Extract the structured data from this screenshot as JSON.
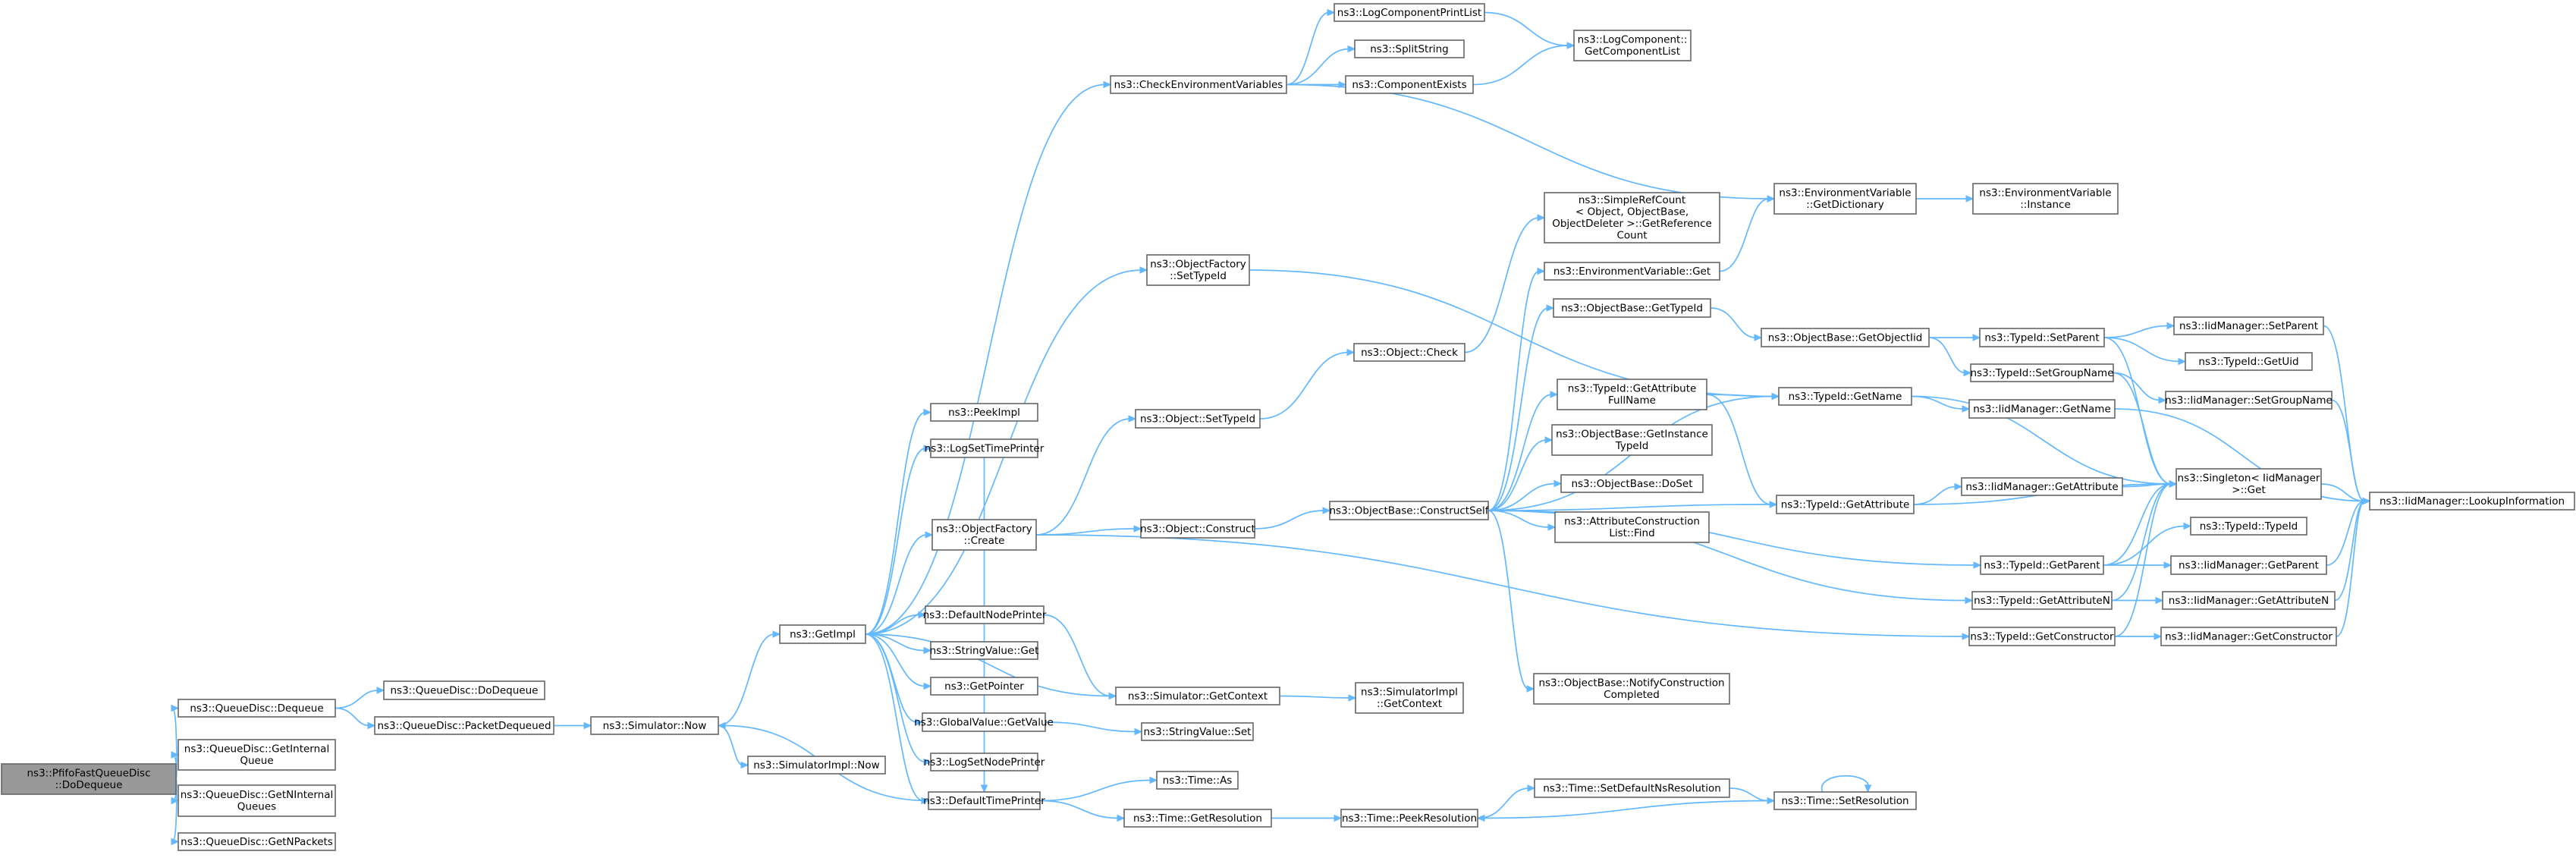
{
  "nodes": [
    {
      "id": "n0",
      "lines": [
        "ns3::PfifoFastQueueDisc",
        "::DoDequeue"
      ],
      "root": true
    },
    {
      "id": "n1",
      "lines": [
        "ns3::QueueDisc::Dequeue"
      ]
    },
    {
      "id": "n2",
      "lines": [
        "ns3::QueueDisc::GetInternal",
        "Queue"
      ]
    },
    {
      "id": "n3",
      "lines": [
        "ns3::QueueDisc::GetNInternal",
        "Queues"
      ]
    },
    {
      "id": "n4",
      "lines": [
        "ns3::QueueDisc::GetNPackets"
      ]
    },
    {
      "id": "n5",
      "lines": [
        "ns3::QueueDisc::DoDequeue"
      ]
    },
    {
      "id": "n6",
      "lines": [
        "ns3::QueueDisc::PacketDequeued"
      ]
    },
    {
      "id": "n7",
      "lines": [
        "ns3::Simulator::Now"
      ]
    },
    {
      "id": "n8",
      "lines": [
        "ns3::GetImpl"
      ]
    },
    {
      "id": "n9",
      "lines": [
        "ns3::SimulatorImpl::Now"
      ]
    },
    {
      "id": "n10",
      "lines": [
        "ns3::PeekImpl"
      ]
    },
    {
      "id": "n11",
      "lines": [
        "ns3::LogSetTimePrinter"
      ]
    },
    {
      "id": "n12",
      "lines": [
        "ns3::ObjectFactory",
        "::Create"
      ]
    },
    {
      "id": "n13",
      "lines": [
        "ns3::DefaultNodePrinter"
      ]
    },
    {
      "id": "n14",
      "lines": [
        "ns3::StringValue::Get"
      ]
    },
    {
      "id": "n15",
      "lines": [
        "ns3::GetPointer"
      ]
    },
    {
      "id": "n16",
      "lines": [
        "ns3::GlobalValue::GetValue"
      ]
    },
    {
      "id": "n17",
      "lines": [
        "ns3::LogSetNodePrinter"
      ]
    },
    {
      "id": "n18",
      "lines": [
        "ns3::DefaultTimePrinter"
      ]
    },
    {
      "id": "n19",
      "lines": [
        "ns3::CheckEnvironmentVariables"
      ]
    },
    {
      "id": "n20",
      "lines": [
        "ns3::ObjectFactory",
        "::SetTypeId"
      ]
    },
    {
      "id": "n21",
      "lines": [
        "ns3::Object::SetTypeId"
      ]
    },
    {
      "id": "n22",
      "lines": [
        "ns3::Object::Construct"
      ]
    },
    {
      "id": "n23",
      "lines": [
        "ns3::Simulator::GetContext"
      ]
    },
    {
      "id": "n24",
      "lines": [
        "ns3::StringValue::Set"
      ]
    },
    {
      "id": "n25",
      "lines": [
        "ns3::Time::As"
      ]
    },
    {
      "id": "n26",
      "lines": [
        "ns3::Time::GetResolution"
      ]
    },
    {
      "id": "n27",
      "lines": [
        "ns3::LogComponentPrintList"
      ]
    },
    {
      "id": "n28",
      "lines": [
        "ns3::SplitString"
      ]
    },
    {
      "id": "n29",
      "lines": [
        "ns3::ComponentExists"
      ]
    },
    {
      "id": "n30",
      "lines": [
        "ns3::Object::Check"
      ]
    },
    {
      "id": "n31",
      "lines": [
        "ns3::ObjectBase::ConstructSelf"
      ]
    },
    {
      "id": "n32",
      "lines": [
        "ns3::SimulatorImpl",
        "::GetContext"
      ]
    },
    {
      "id": "n33",
      "lines": [
        "ns3::Time::PeekResolution"
      ]
    },
    {
      "id": "n34",
      "lines": [
        "ns3::LogComponent::",
        "GetComponentList"
      ]
    },
    {
      "id": "n35",
      "lines": [
        "ns3::SimpleRefCount",
        "< Object, ObjectBase,",
        "ObjectDeleter >::GetReference",
        "Count"
      ]
    },
    {
      "id": "n36",
      "lines": [
        "ns3::EnvironmentVariable::Get"
      ]
    },
    {
      "id": "n37",
      "lines": [
        "ns3::ObjectBase::GetTypeId"
      ]
    },
    {
      "id": "n38",
      "lines": [
        "ns3::TypeId::GetAttribute",
        "FullName"
      ]
    },
    {
      "id": "n39",
      "lines": [
        "ns3::ObjectBase::GetInstance",
        "TypeId"
      ]
    },
    {
      "id": "n40",
      "lines": [
        "ns3::ObjectBase::DoSet"
      ]
    },
    {
      "id": "n41",
      "lines": [
        "ns3::AttributeConstruction",
        "List::Find"
      ]
    },
    {
      "id": "n42",
      "lines": [
        "ns3::ObjectBase::NotifyConstruction",
        "Completed"
      ]
    },
    {
      "id": "n43",
      "lines": [
        "ns3::Time::SetDefaultNsResolution"
      ]
    },
    {
      "id": "n44",
      "lines": [
        "ns3::EnvironmentVariable",
        "::GetDictionary"
      ]
    },
    {
      "id": "n45",
      "lines": [
        "ns3::ObjectBase::GetObjectIid"
      ]
    },
    {
      "id": "n46",
      "lines": [
        "ns3::TypeId::GetName"
      ]
    },
    {
      "id": "n47",
      "lines": [
        "ns3::TypeId::GetAttribute"
      ]
    },
    {
      "id": "n48",
      "lines": [
        "ns3::Time::SetResolution"
      ]
    },
    {
      "id": "n49",
      "lines": [
        "ns3::EnvironmentVariable",
        "::Instance"
      ]
    },
    {
      "id": "n50",
      "lines": [
        "ns3::TypeId::SetParent"
      ]
    },
    {
      "id": "n51",
      "lines": [
        "ns3::TypeId::SetGroupName"
      ]
    },
    {
      "id": "n52",
      "lines": [
        "ns3::IidManager::GetName"
      ]
    },
    {
      "id": "n53",
      "lines": [
        "ns3::IidManager::GetAttribute"
      ]
    },
    {
      "id": "n54",
      "lines": [
        "ns3::TypeId::GetParent"
      ]
    },
    {
      "id": "n55",
      "lines": [
        "ns3::TypeId::GetAttributeN"
      ]
    },
    {
      "id": "n56",
      "lines": [
        "ns3::TypeId::GetConstructor"
      ]
    },
    {
      "id": "n57",
      "lines": [
        "ns3::IidManager::SetParent"
      ]
    },
    {
      "id": "n58",
      "lines": [
        "ns3::TypeId::GetUid"
      ]
    },
    {
      "id": "n59",
      "lines": [
        "ns3::IidManager::SetGroupName"
      ]
    },
    {
      "id": "n60",
      "lines": [
        "ns3::Singleton< IidManager",
        ">::Get"
      ]
    },
    {
      "id": "n61",
      "lines": [
        "ns3::TypeId::TypeId"
      ]
    },
    {
      "id": "n62",
      "lines": [
        "ns3::IidManager::GetParent"
      ]
    },
    {
      "id": "n63",
      "lines": [
        "ns3::IidManager::GetAttributeN"
      ]
    },
    {
      "id": "n64",
      "lines": [
        "ns3::IidManager::GetConstructor"
      ]
    },
    {
      "id": "n65",
      "lines": [
        "ns3::IidManager::LookupInformation"
      ]
    }
  ],
  "edges": [
    [
      "n0",
      "n1"
    ],
    [
      "n0",
      "n2"
    ],
    [
      "n0",
      "n3"
    ],
    [
      "n0",
      "n4"
    ],
    [
      "n1",
      "n5"
    ],
    [
      "n1",
      "n6"
    ],
    [
      "n6",
      "n7"
    ],
    [
      "n7",
      "n8"
    ],
    [
      "n7",
      "n9"
    ],
    [
      "n8",
      "n10"
    ],
    [
      "n8",
      "n11"
    ],
    [
      "n8",
      "n12"
    ],
    [
      "n8",
      "n13"
    ],
    [
      "n8",
      "n14"
    ],
    [
      "n8",
      "n15"
    ],
    [
      "n8",
      "n16"
    ],
    [
      "n8",
      "n17"
    ],
    [
      "n8",
      "n18"
    ],
    [
      "n8",
      "n19"
    ],
    [
      "n8",
      "n20"
    ],
    [
      "n8",
      "n23"
    ],
    [
      "n11",
      "n18"
    ],
    [
      "n12",
      "n21"
    ],
    [
      "n12",
      "n22"
    ],
    [
      "n12",
      "n56"
    ],
    [
      "n13",
      "n23"
    ],
    [
      "n16",
      "n24"
    ],
    [
      "n18",
      "n7"
    ],
    [
      "n18",
      "n25"
    ],
    [
      "n18",
      "n26"
    ],
    [
      "n19",
      "n27"
    ],
    [
      "n19",
      "n28"
    ],
    [
      "n19",
      "n29"
    ],
    [
      "n19",
      "n44"
    ],
    [
      "n20",
      "n46"
    ],
    [
      "n21",
      "n30"
    ],
    [
      "n22",
      "n31"
    ],
    [
      "n23",
      "n32"
    ],
    [
      "n26",
      "n33"
    ],
    [
      "n27",
      "n34"
    ],
    [
      "n29",
      "n34"
    ],
    [
      "n30",
      "n35"
    ],
    [
      "n31",
      "n36"
    ],
    [
      "n31",
      "n37"
    ],
    [
      "n31",
      "n38"
    ],
    [
      "n31",
      "n39"
    ],
    [
      "n31",
      "n40"
    ],
    [
      "n31",
      "n41"
    ],
    [
      "n31",
      "n42"
    ],
    [
      "n31",
      "n46"
    ],
    [
      "n31",
      "n47"
    ],
    [
      "n31",
      "n54"
    ],
    [
      "n31",
      "n55"
    ],
    [
      "n33",
      "n43"
    ],
    [
      "n36",
      "n44"
    ],
    [
      "n37",
      "n45"
    ],
    [
      "n38",
      "n46"
    ],
    [
      "n38",
      "n47"
    ],
    [
      "n43",
      "n48"
    ],
    [
      "n48",
      "n33"
    ],
    [
      "n48",
      "n48"
    ],
    [
      "n44",
      "n49"
    ],
    [
      "n45",
      "n50"
    ],
    [
      "n45",
      "n51"
    ],
    [
      "n46",
      "n52"
    ],
    [
      "n46",
      "n60"
    ],
    [
      "n47",
      "n53"
    ],
    [
      "n47",
      "n60"
    ],
    [
      "n50",
      "n57"
    ],
    [
      "n50",
      "n58"
    ],
    [
      "n50",
      "n60"
    ],
    [
      "n51",
      "n59"
    ],
    [
      "n51",
      "n60"
    ],
    [
      "n52",
      "n65"
    ],
    [
      "n53",
      "n60"
    ],
    [
      "n54",
      "n60"
    ],
    [
      "n54",
      "n61"
    ],
    [
      "n54",
      "n62"
    ],
    [
      "n55",
      "n60"
    ],
    [
      "n55",
      "n63"
    ],
    [
      "n56",
      "n60"
    ],
    [
      "n56",
      "n64"
    ],
    [
      "n57",
      "n65"
    ],
    [
      "n59",
      "n65"
    ],
    [
      "n60",
      "n65"
    ],
    [
      "n62",
      "n65"
    ],
    [
      "n63",
      "n65"
    ],
    [
      "n64",
      "n65"
    ]
  ]
}
